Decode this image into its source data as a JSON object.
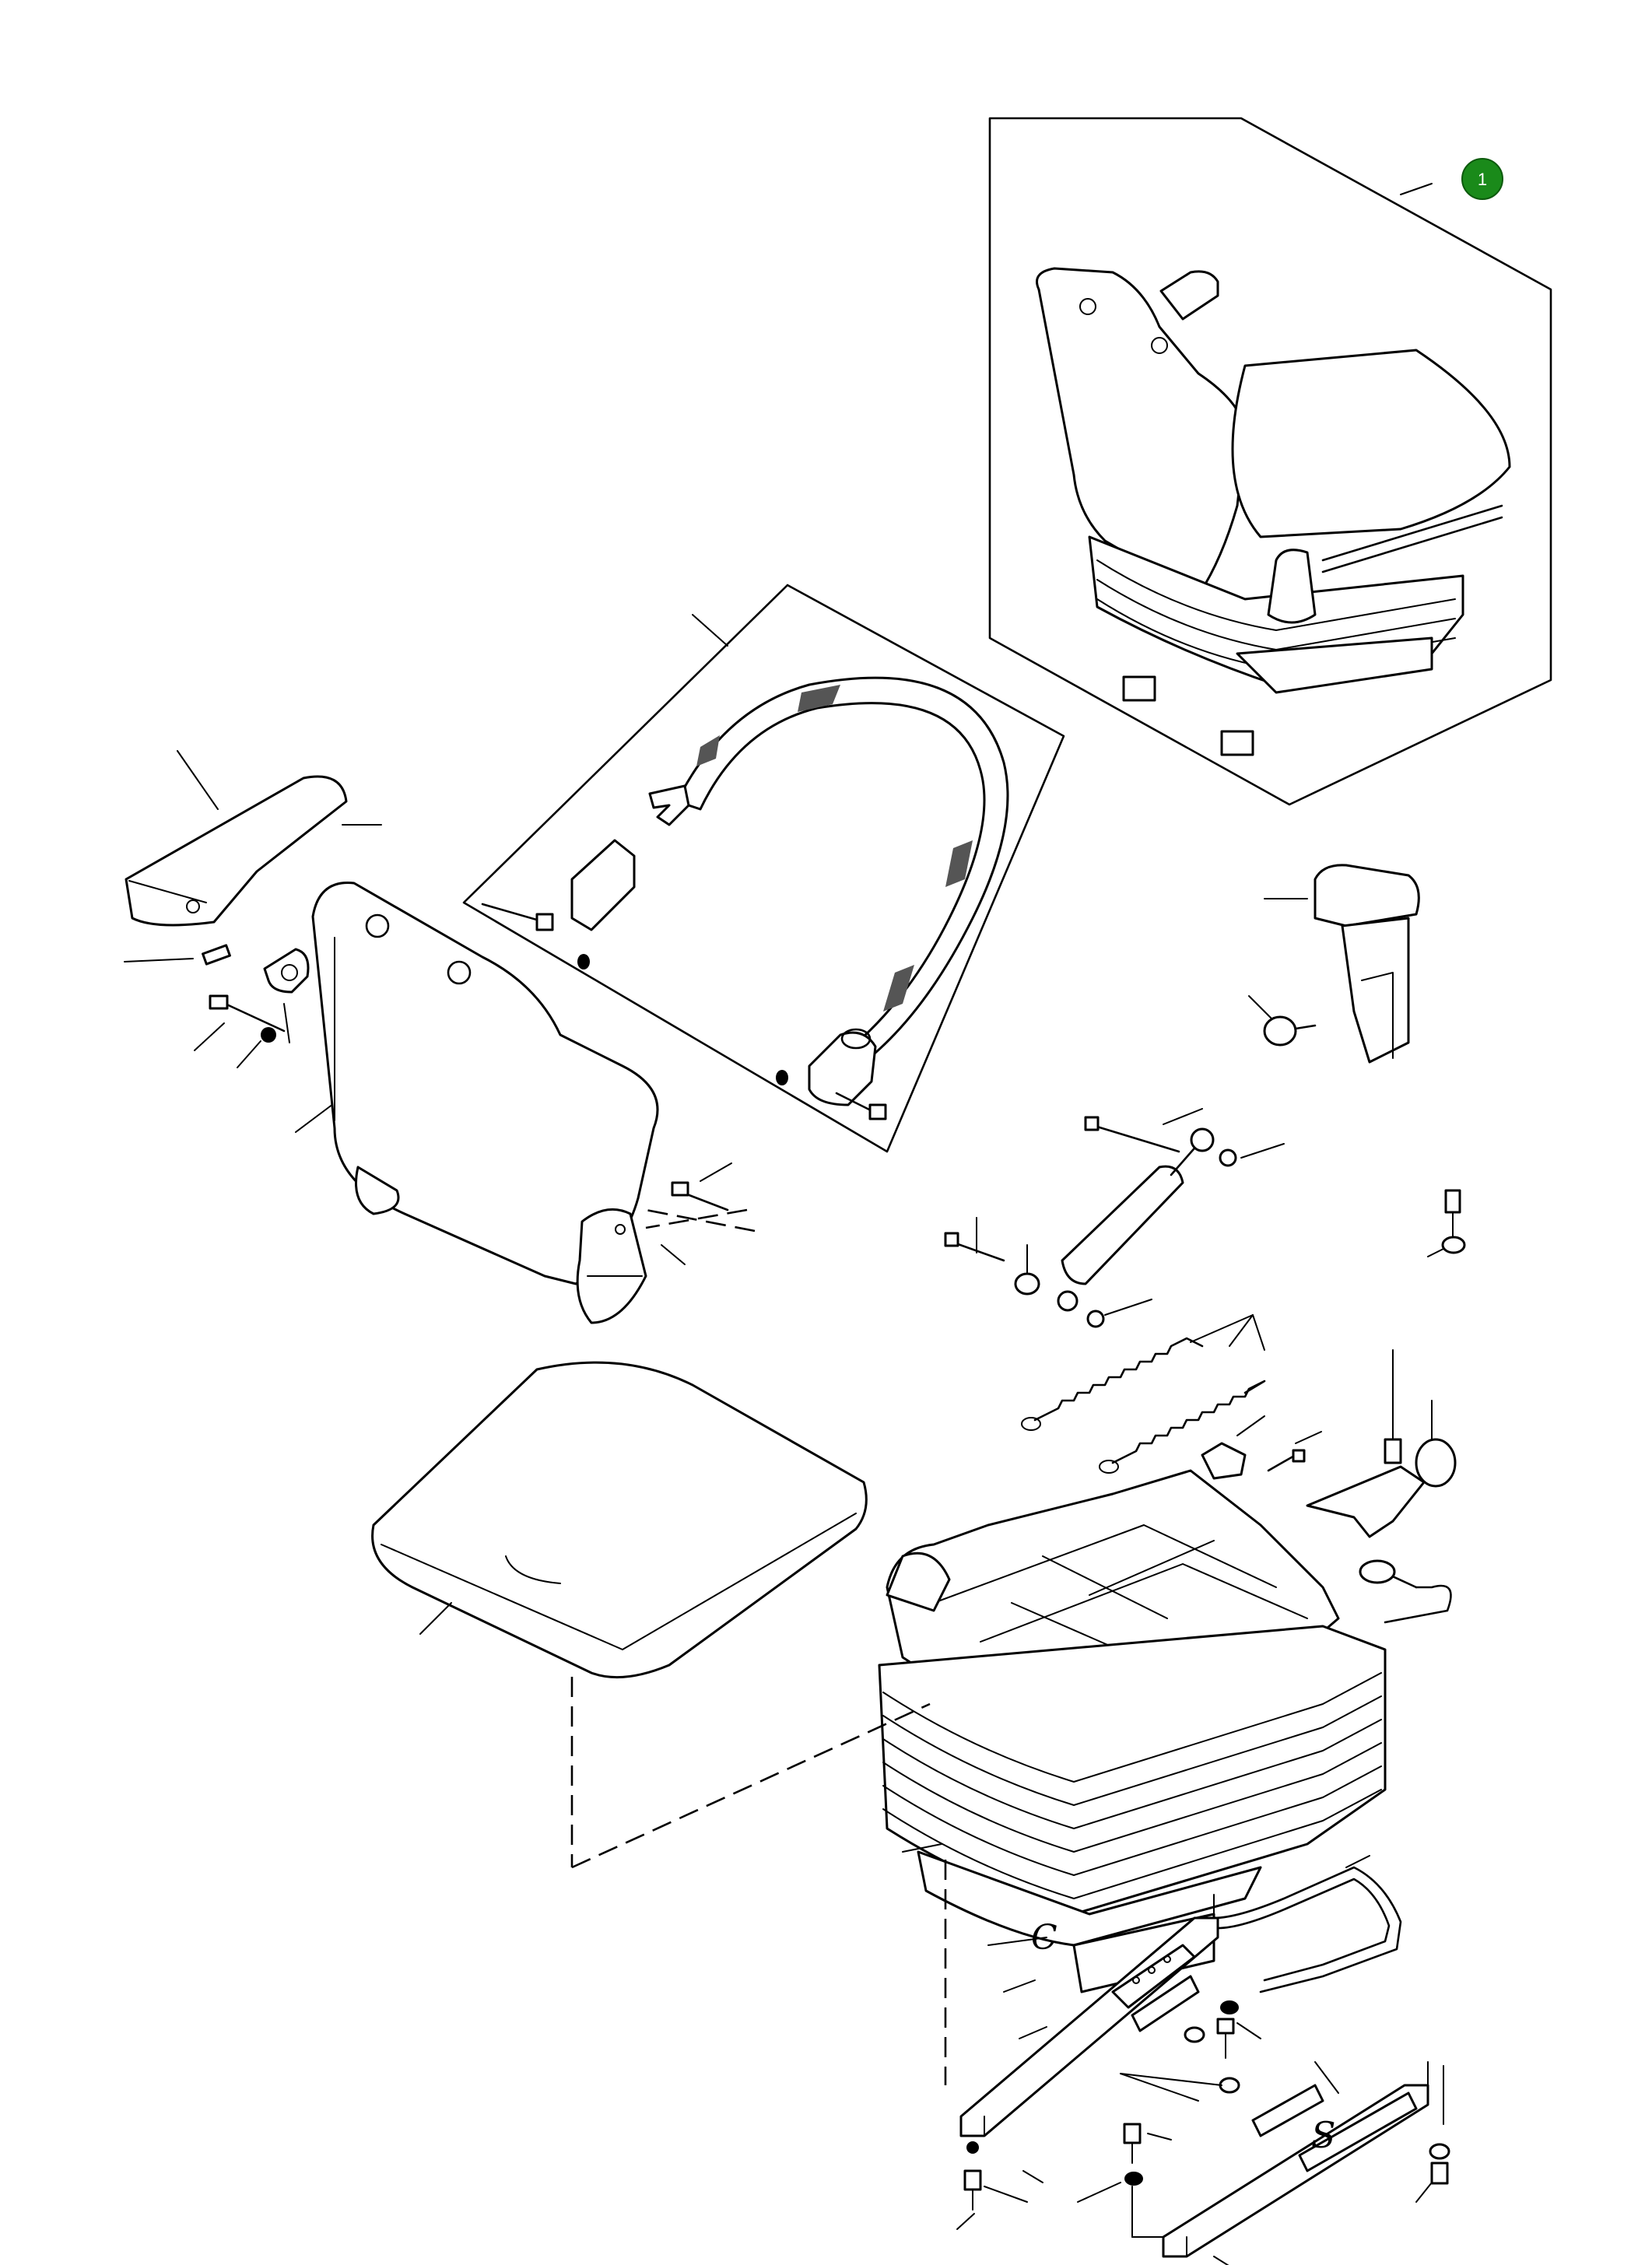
{
  "callout": {
    "number": "1",
    "color": "#1a8a1a"
  },
  "handwritten_marks": [
    "C",
    "S"
  ]
}
